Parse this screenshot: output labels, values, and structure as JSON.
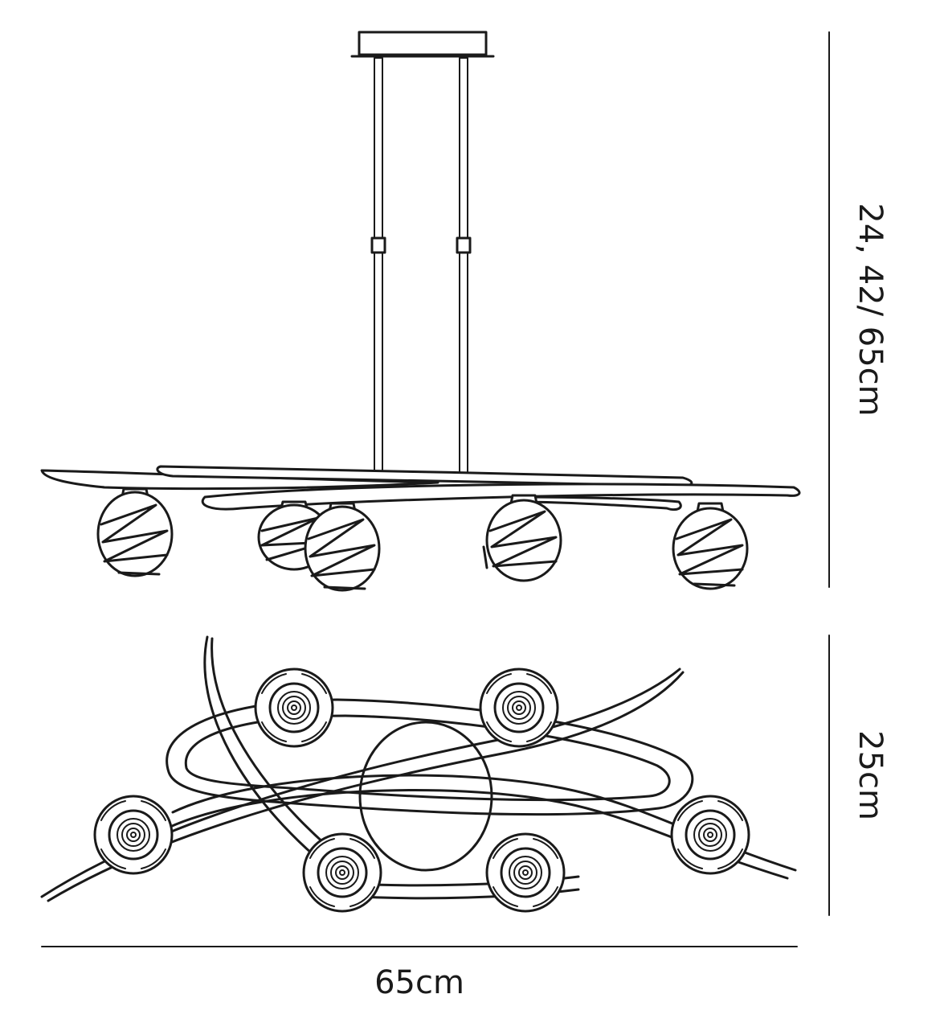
{
  "dimensions": {
    "height_label": "24, 42/ 65cm",
    "depth_label": "25cm",
    "width_label": "65cm"
  },
  "colors": {
    "line": "#1a1a1a",
    "background": "#ffffff"
  }
}
